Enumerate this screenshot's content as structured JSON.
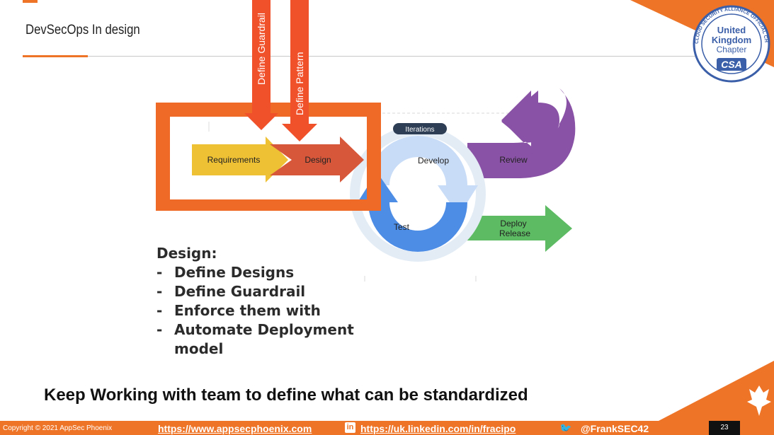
{
  "slide": {
    "title": "DevSecOps In design"
  },
  "diagram": {
    "arrow_guardrail": "Define Guardrail",
    "arrow_pattern": "Define Pattern",
    "requirements": "Requirements",
    "design": "Design",
    "iterations": "Iterations",
    "develop": "Develop",
    "test": "Test",
    "review": "Review",
    "deploy_line1": "Deploy",
    "deploy_line2": "Release"
  },
  "bullets": {
    "heading": "Design:",
    "items": [
      "Define Designs",
      "Define Guardrail",
      "Enforce them with",
      "Automate Deployment model"
    ]
  },
  "logo": {
    "line1": "United",
    "line2": "Kingdom",
    "line3": "Chapter",
    "badge": "CSA",
    "ring_text": "CLOUD SECURITY ALLIANCE OFFICIAL CHAPTER"
  },
  "tagline": "Keep Working with team to define what can be standardized",
  "footer": {
    "copyright": "Copyright © 2021 AppSec Phoenix",
    "site": "https://www.appsecphoenix.com",
    "linkedin": "https://uk.linkedin.com/in/fracipo",
    "twitter": "@FrankSEC42",
    "page": "23"
  },
  "colors": {
    "accent": "#ee7427",
    "requirements": "#eec135",
    "design": "#d7573a",
    "review": "#8a52a6",
    "deploy": "#5dbb63",
    "develop": "#c8dcf7",
    "test": "#4e8de6"
  }
}
